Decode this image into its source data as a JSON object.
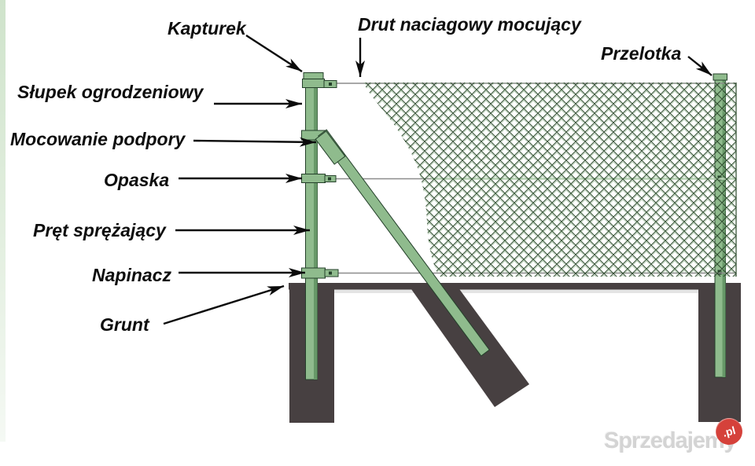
{
  "diagram": {
    "labels": {
      "kapturek": "Kapturek",
      "drut_naciagowy": "Drut naciagowy mocujący",
      "przelotka": "Przelotka",
      "slupek": "Słupek ogrodzeniowy",
      "mocowanie": "Mocowanie podpory",
      "opaska": "Opaska",
      "pret": "Pręt sprężający",
      "napinacz": "Napinacz",
      "grunt": "Grunt"
    },
    "colors": {
      "post_green": "#8fbb8d",
      "post_green_shade": "#679868",
      "outline_green": "#24402a",
      "ground_dark": "#474041",
      "mesh_line": "#2c4a2c",
      "wire_gray": "#8c8c8c",
      "wire_light_green": "#b9d4b6",
      "arrow_black": "#0b0b0b",
      "label_black": "#0d0d0d"
    }
  },
  "watermark": {
    "brand": "Sprzedajemy",
    "suffix": ".pl",
    "badge_color": "#d5413a"
  }
}
